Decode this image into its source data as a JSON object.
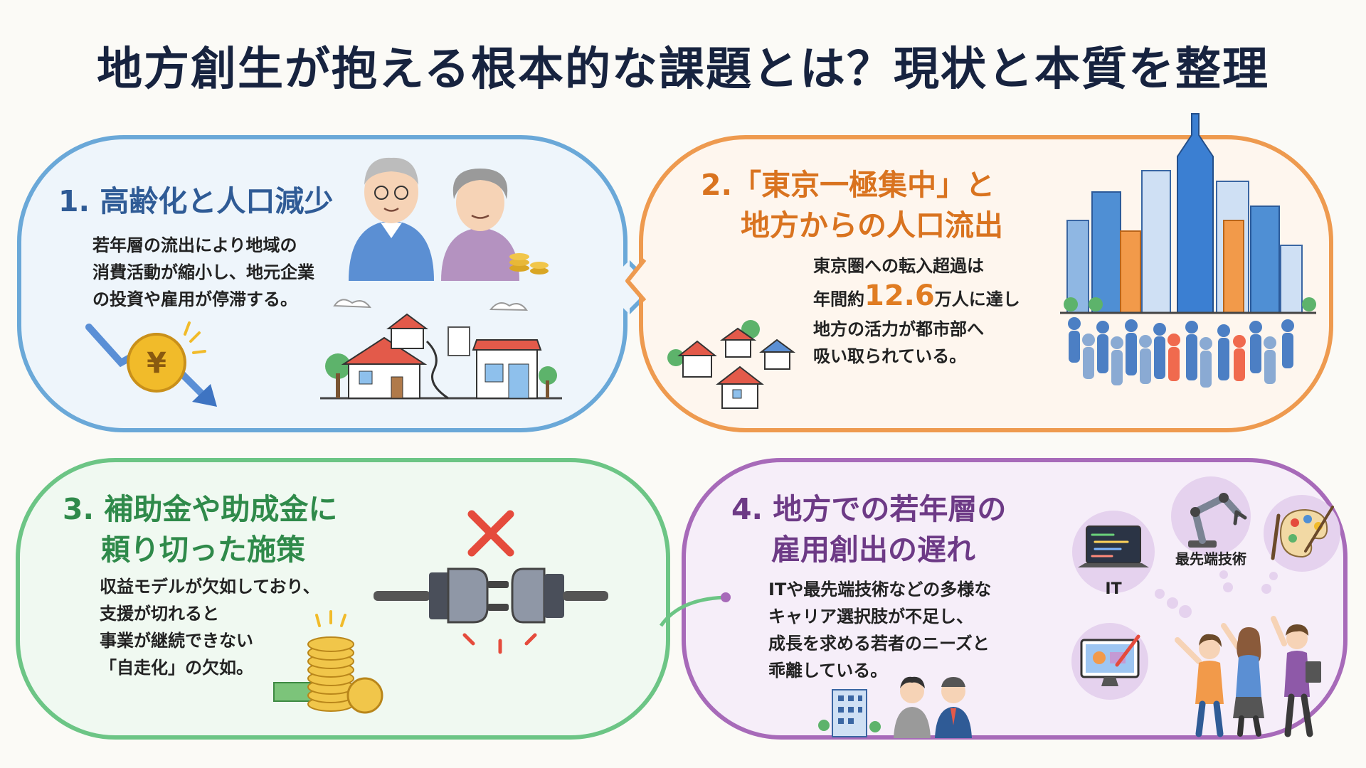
{
  "title": "地方創生が抱える根本的な課題とは？現状と本質を整理",
  "panels": [
    {
      "number": "1.",
      "heading": "高齢化と人口減少",
      "lines": [
        "若年層の流出により地域の",
        "消費活動が縮小し、地元企業",
        "の投資や雇用が停滞する。"
      ],
      "color": "#2f5b96",
      "icon_currency": "¥"
    },
    {
      "heading_line1": "2.「東京一極集中」と",
      "heading_line2": "地方からの人口流出",
      "line1": "東京圏への転入超過は",
      "line2_pre": "年間約",
      "line2_num": "12.6",
      "line2_post": "万人に達し",
      "line3": "地方の活力が都市部へ",
      "line4": "吸い取られている。",
      "color": "#d9731f"
    },
    {
      "heading_line1": "3. 補助金や助成金に",
      "heading_line2": "頼り切った施策",
      "lines": [
        "収益モデルが欠如しており、",
        "支援が切れると",
        "事業が継続できない",
        "「自走化」の欠如。"
      ],
      "color": "#2f8a4a"
    },
    {
      "heading_line1": "4. 地方での若年層の",
      "heading_line2": "雇用創出の遅れ",
      "lines": [
        "ITや最先端技術などの多様な",
        "キャリア選択肢が不足し、",
        "成長を求める若者のニーズと",
        "乖離している。"
      ],
      "color": "#6d3a86",
      "label_it": "IT",
      "label_tech": "最先端技術"
    }
  ],
  "colors": {
    "blue": "#6aa8d8",
    "orange": "#ee9a4f",
    "green": "#6cc585",
    "purple": "#a76ab9",
    "navy": "#17233f"
  }
}
